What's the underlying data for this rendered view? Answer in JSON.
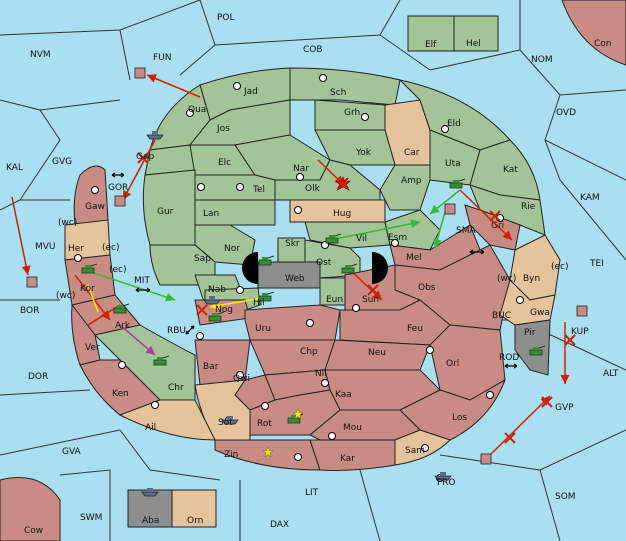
{
  "colors": {
    "sea": "#a9dff0",
    "green": "#a3c496",
    "red": "#c98c84",
    "tan": "#e5c39b",
    "grey": "#8e8e8e",
    "black": "#000000",
    "arrow_red": "#cc2200",
    "arrow_green": "#33bb33",
    "arrow_yellow": "#ffee00",
    "arrow_purple": "#b03aa0"
  },
  "labels": {
    "POL": "POL",
    "COB": "COB",
    "NVM": "NVM",
    "FUN": "FUN",
    "NOM": "NOM",
    "Con": "Con",
    "Elf": "Elf",
    "Hel": "Hel",
    "OVD": "OVD",
    "KAL": "KAL",
    "GVG": "GVG",
    "KAM": "KAM",
    "TEI": "TEI",
    "MVU": "MVU",
    "BOR": "BOR",
    "DOR": "DOR",
    "ALT": "ALT",
    "GVA": "GVA",
    "SOM": "SOM",
    "FRO": "FRO",
    "LIT": "LIT",
    "SWM": "SWM",
    "DAX": "DAX",
    "Cow": "Cow",
    "Aba": "Aba",
    "Orn": "Orn",
    "Jad": "Jad",
    "Sch": "Sch",
    "Qua": "Qua",
    "Jos": "Jos",
    "Grh": "Grh",
    "Eld": "Eld",
    "Gap": "Gap",
    "Yok": "Yok",
    "Car": "Car",
    "Uta": "Uta",
    "Kat": "Kat",
    "Elc": "Elc",
    "Nar": "Nar",
    "Tel": "Tel",
    "Olk": "Olk",
    "Amp": "Amp",
    "Gur": "Gur",
    "Lan": "Lan",
    "Hug": "Hug",
    "Rie": "Rie",
    "Gri": "Gri",
    "Gaw": "Gaw",
    "GOR": "GOR",
    "Her": "Her",
    "wc1": "(wc)",
    "ec1": "(ec)",
    "Nor": "Nor",
    "Skr": "Skr",
    "Vil": "Vil",
    "Esm": "Esm",
    "SMA": "SMA",
    "Sap": "Sap",
    "Web": "Web",
    "Ost": "Ost",
    "Mel": "Mel",
    "Byn": "Byn",
    "wc2": "(wc)",
    "ec2": "(ec)",
    "MIT": "MIT",
    "ec3": "(ec)",
    "Kor": "Kor",
    "wc3": "(wc)",
    "Nab": "Nab",
    "Eun": "Eun",
    "Sun": "Sun",
    "Obs": "Obs",
    "Gwa": "Gwa",
    "BUC": "BUC",
    "Hil": "Hil",
    "KUP": "KUP",
    "Ark": "Ark",
    "RBU": "RBU",
    "Nog": "Nog",
    "Uru": "Uru",
    "Feu": "Feu",
    "Pir": "Pir",
    "Ver": "Ver",
    "Chp": "Chp",
    "Neu": "Neu",
    "Orl": "Orl",
    "ROD": "ROD",
    "Bar": "Bar",
    "Nil": "Nil",
    "Qwi": "Qwi",
    "Chr": "Chr",
    "Ken": "Ken",
    "Kaa": "Kaa",
    "GVP": "GVP",
    "Los": "Los",
    "Rot": "Rot",
    "Ail": "Ail",
    "Sot": "Sot",
    "Mou": "Mou",
    "Zin": "Zin",
    "Kar": "Kar",
    "Sam": "Sam"
  }
}
